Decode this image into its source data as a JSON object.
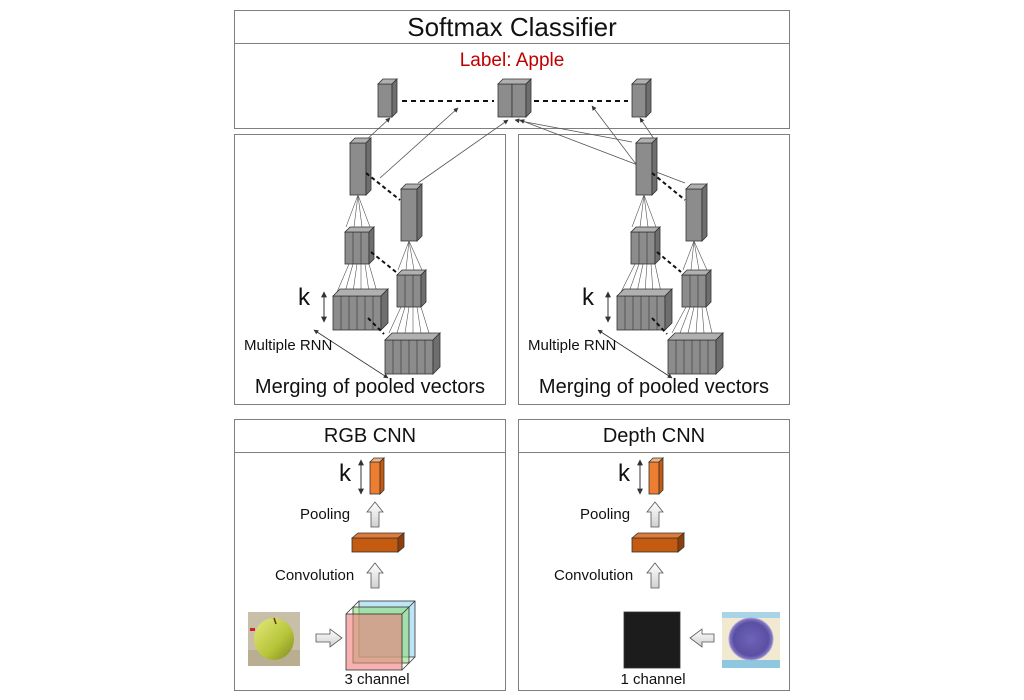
{
  "softmax": {
    "title": "Softmax Classifier",
    "label": "Label: Apple"
  },
  "rnn_panels": [
    {
      "k_label": "k",
      "rnn_label": "Multiple RNN",
      "caption": "Merging of pooled vectors"
    },
    {
      "k_label": "k",
      "rnn_label": "Multiple RNN",
      "caption": "Merging of pooled vectors"
    }
  ],
  "cnn_panels": [
    {
      "title": "RGB CNN",
      "k_label": "k",
      "pooling_label": "Pooling",
      "convolution_label": "Convolution",
      "channel_label": "3 channel"
    },
    {
      "title": "Depth CNN",
      "k_label": "k",
      "pooling_label": "Pooling",
      "convolution_label": "Convolution",
      "channel_label": "1 channel"
    }
  ],
  "colors": {
    "label_red": "#c00000",
    "pooled_orange": "#ed7d31",
    "conv_brown": "#c55a11",
    "block_gray": "#8c8c8c",
    "border": "#7f7f7f"
  }
}
